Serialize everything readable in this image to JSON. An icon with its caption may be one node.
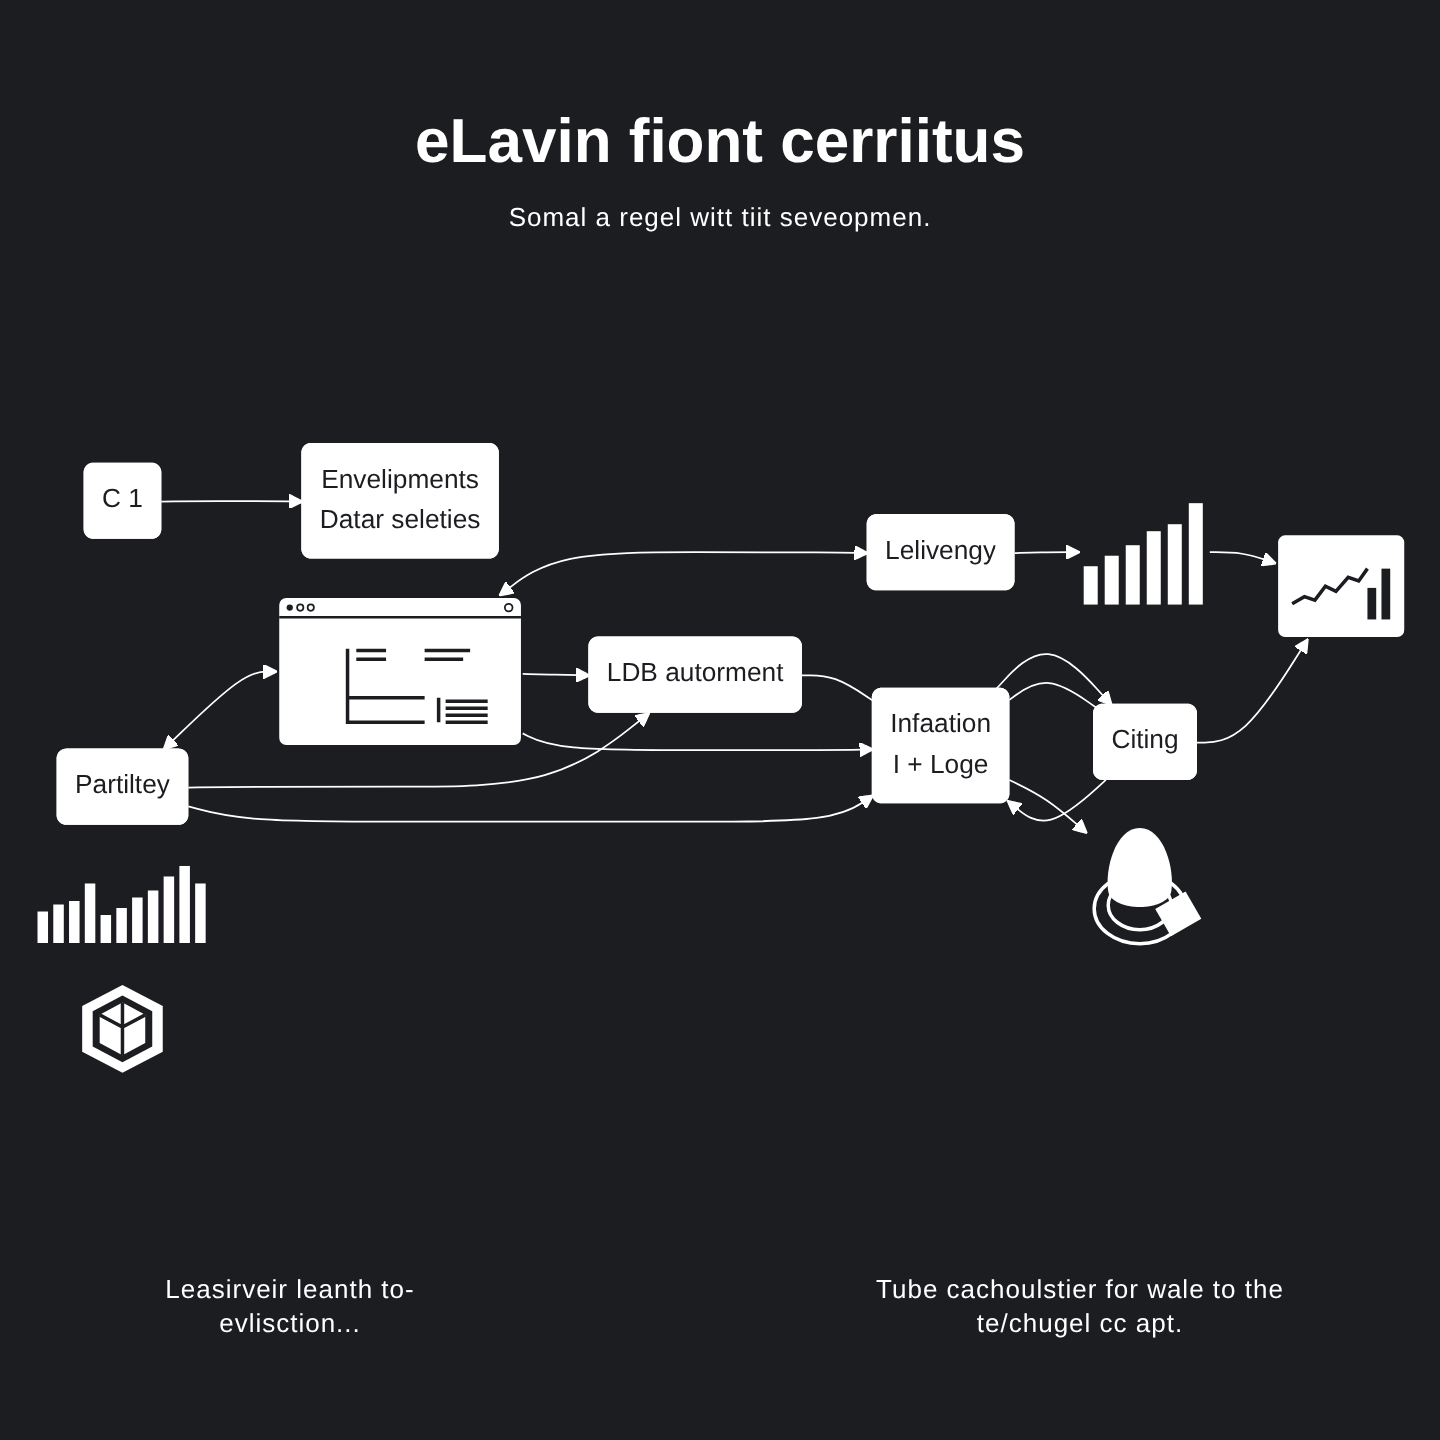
{
  "diagram": {
    "title": "eLavin fiont cerriitus",
    "nodes": [
      {
        "text": [
          "Partiltey"
        ]
      },
      {
        "text": [],
        "shape": "picture"
      },
      {
        "text": [
          "Lelivengy"
        ]
      },
      {
        "text": [
          "C 1"
        ]
      },
      {
        "text": [
          "LDB autorment"
        ]
      },
      {
        "text": [],
        "shape": "picture"
      },
      {
        "text": [
          "Envelipments",
          "Datar seleties"
        ]
      },
      {
        "text": [
          "Infaation",
          "I + Loge"
        ]
      },
      {
        "text": [
          "Citing"
        ]
      },
      {
        "text": [],
        "shape": "picture"
      },
      {
        "text": [],
        "shape": "picture"
      },
      {
        "text": [],
        "shape": "picture"
      },
      {
        "text": [],
        "shape": "picture"
      }
    ],
    "edges": [
      {
        "from": 0,
        "to": 1,
        "arrow": "both"
      },
      {
        "from": 1,
        "to": 2,
        "arrow": "both"
      },
      {
        "from": 2,
        "to": 5,
        "arrow": "to"
      },
      {
        "from": 5,
        "to": 9,
        "arrow": "to"
      },
      {
        "from": 0,
        "to": 4,
        "arrow": "to"
      },
      {
        "from": 0,
        "to": 7,
        "arrow": "to"
      },
      {
        "from": 1,
        "to": 4,
        "arrow": "to"
      },
      {
        "from": 1,
        "to": 7,
        "arrow": "to"
      },
      {
        "from": 3,
        "to": 6,
        "arrow": "to"
      },
      {
        "from": 4,
        "to": 7,
        "arrow": "none"
      },
      {
        "from": 7,
        "to": 8,
        "arrow": "to"
      },
      {
        "from": 8,
        "to": 7,
        "arrow": "to"
      },
      {
        "from": 7,
        "to": 8,
        "arrow": "none"
      },
      {
        "from": 8,
        "to": 9,
        "arrow": "to"
      },
      {
        "from": 7,
        "to": 10,
        "arrow": "to"
      }
    ],
    "labels": [
      "Somal a regel witt tiit seveopmen.",
      "Leasirveir leanth to-evlisction...",
      "Tube cachoulstier for wale to the te/chugel cc apt."
    ]
  }
}
